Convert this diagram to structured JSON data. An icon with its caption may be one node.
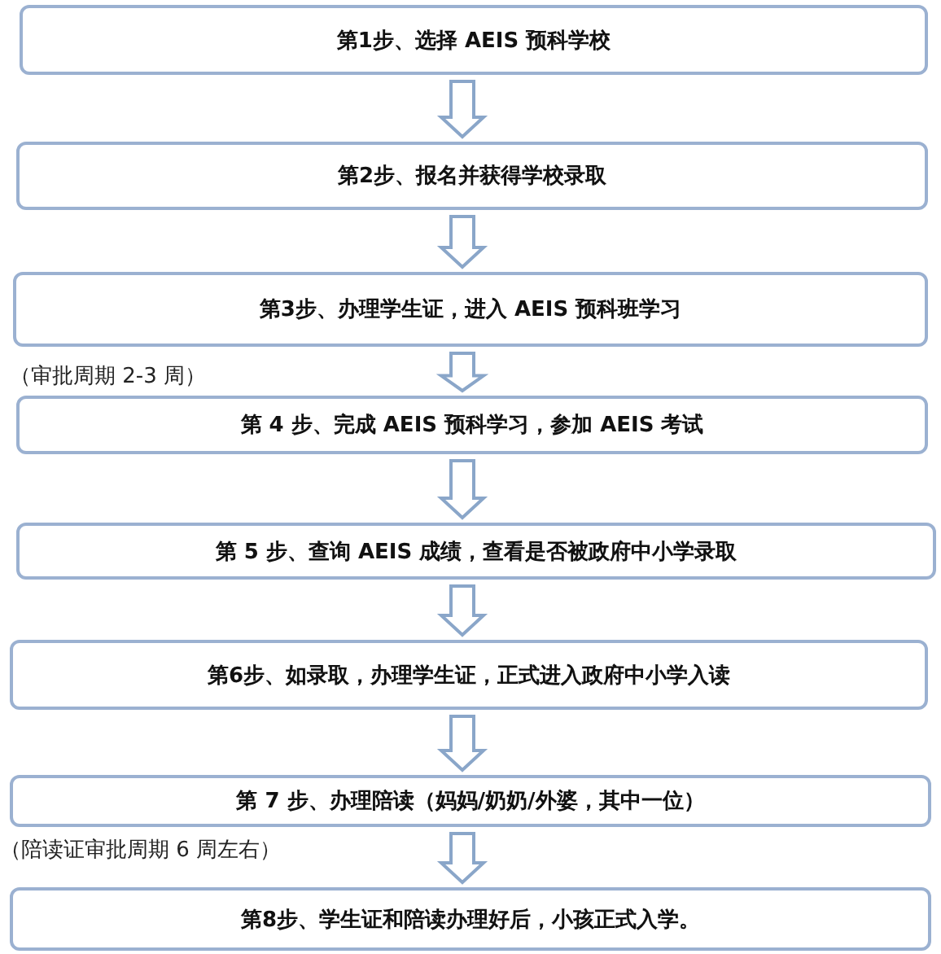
{
  "diagram": {
    "nodes": [
      {
        "text": [
          "第1步、选择 AEIS 预科学校"
        ]
      },
      {
        "text": [
          "第2步、报名并获得学校录取"
        ]
      },
      {
        "text": [
          "第3步、办理学生证，进入 AEIS 预科班学习"
        ]
      },
      {
        "text": [
          "第 4 步、完成 AEIS 预科学习，参加 AEIS 考试"
        ]
      },
      {
        "text": [
          "第 5 步、查询 AEIS 成绩，查看是否被政府中小学录取"
        ]
      },
      {
        "text": [
          "第6步、如录取，办理学生证，正式进入政府中小学入读"
        ]
      },
      {
        "text": [
          "第 7 步、办理陪读（妈妈/奶奶/外婆，其中一位）"
        ]
      },
      {
        "text": [
          "第8步、学生证和陪读办理好后，小孩正式入学。"
        ]
      }
    ],
    "edges": [
      {
        "from": 0,
        "to": 1,
        "arrow": "to"
      },
      {
        "from": 1,
        "to": 2,
        "arrow": "to"
      },
      {
        "from": 2,
        "to": 3,
        "arrow": "to"
      },
      {
        "from": 3,
        "to": 4,
        "arrow": "to"
      },
      {
        "from": 4,
        "to": 5,
        "arrow": "to"
      },
      {
        "from": 5,
        "to": 6,
        "arrow": "to"
      },
      {
        "from": 6,
        "to": 7,
        "arrow": "to"
      }
    ],
    "labels": [
      "（审批周期 2-3 周）",
      "（陪读证审批周期 6 周左右）"
    ]
  }
}
